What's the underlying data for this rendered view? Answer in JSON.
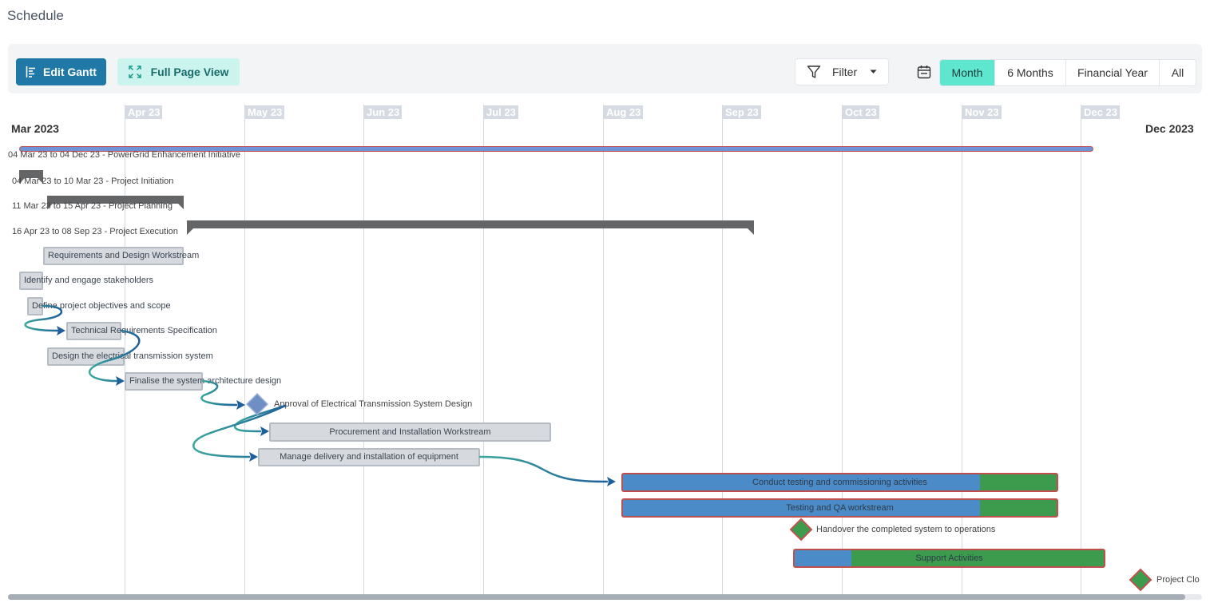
{
  "page": {
    "title": "Schedule"
  },
  "toolbar": {
    "edit_gantt": "Edit Gantt",
    "full_page_view": "Full Page View",
    "filter": "Filter",
    "views": [
      "Month",
      "6 Months",
      "Financial Year",
      "All"
    ],
    "active_view": "Month"
  },
  "timeline": {
    "start_label": "Mar 2023",
    "end_label": "Dec 2023",
    "months": [
      "Apr 23",
      "May 23",
      "Jun 23",
      "Jul 23",
      "Aug 23",
      "Sep 23",
      "Oct 23",
      "Nov 23",
      "Dec 23"
    ]
  },
  "rows": {
    "project": "04 Mar 23 to 04 Dec 23 - PowerGrid Enhancement Initiative",
    "initiation": "04 Mar 23 to 10 Mar 23 - Project Initiation",
    "planning": "11 Mar 23 to 15 Apr 23 - Project Planning",
    "execution": "16 Apr 23 to 08 Sep 23 - Project Execution"
  },
  "tasks": {
    "req_design": "Requirements and Design Workstream",
    "identify": "Identify and engage stakeholders",
    "define": "Define project objectives and scope",
    "tech_req": "Technical Requirements Specification",
    "design_ets": "Design the electrical transmission system",
    "finalise": "Finalise the system architecture design",
    "approval": "Approval of Electrical Transmission System Design",
    "procurement": "Procurement and Installation Workstream",
    "manage": "Manage delivery and installation of equipment",
    "conduct": "Conduct testing and commissioning activities",
    "testing_qa": "Testing and QA workstream",
    "handover": "Handover the completed system to operations",
    "support": "Support Activities",
    "closure": "Project Clo"
  },
  "colors": {
    "primary": "#1f78a6",
    "accent": "#5ee6cf",
    "progress_blue": "#4b8bc7",
    "complete_green": "#3d9b4e",
    "critical_red": "#c0504d",
    "milestone_blue": "#6f8fc4"
  }
}
